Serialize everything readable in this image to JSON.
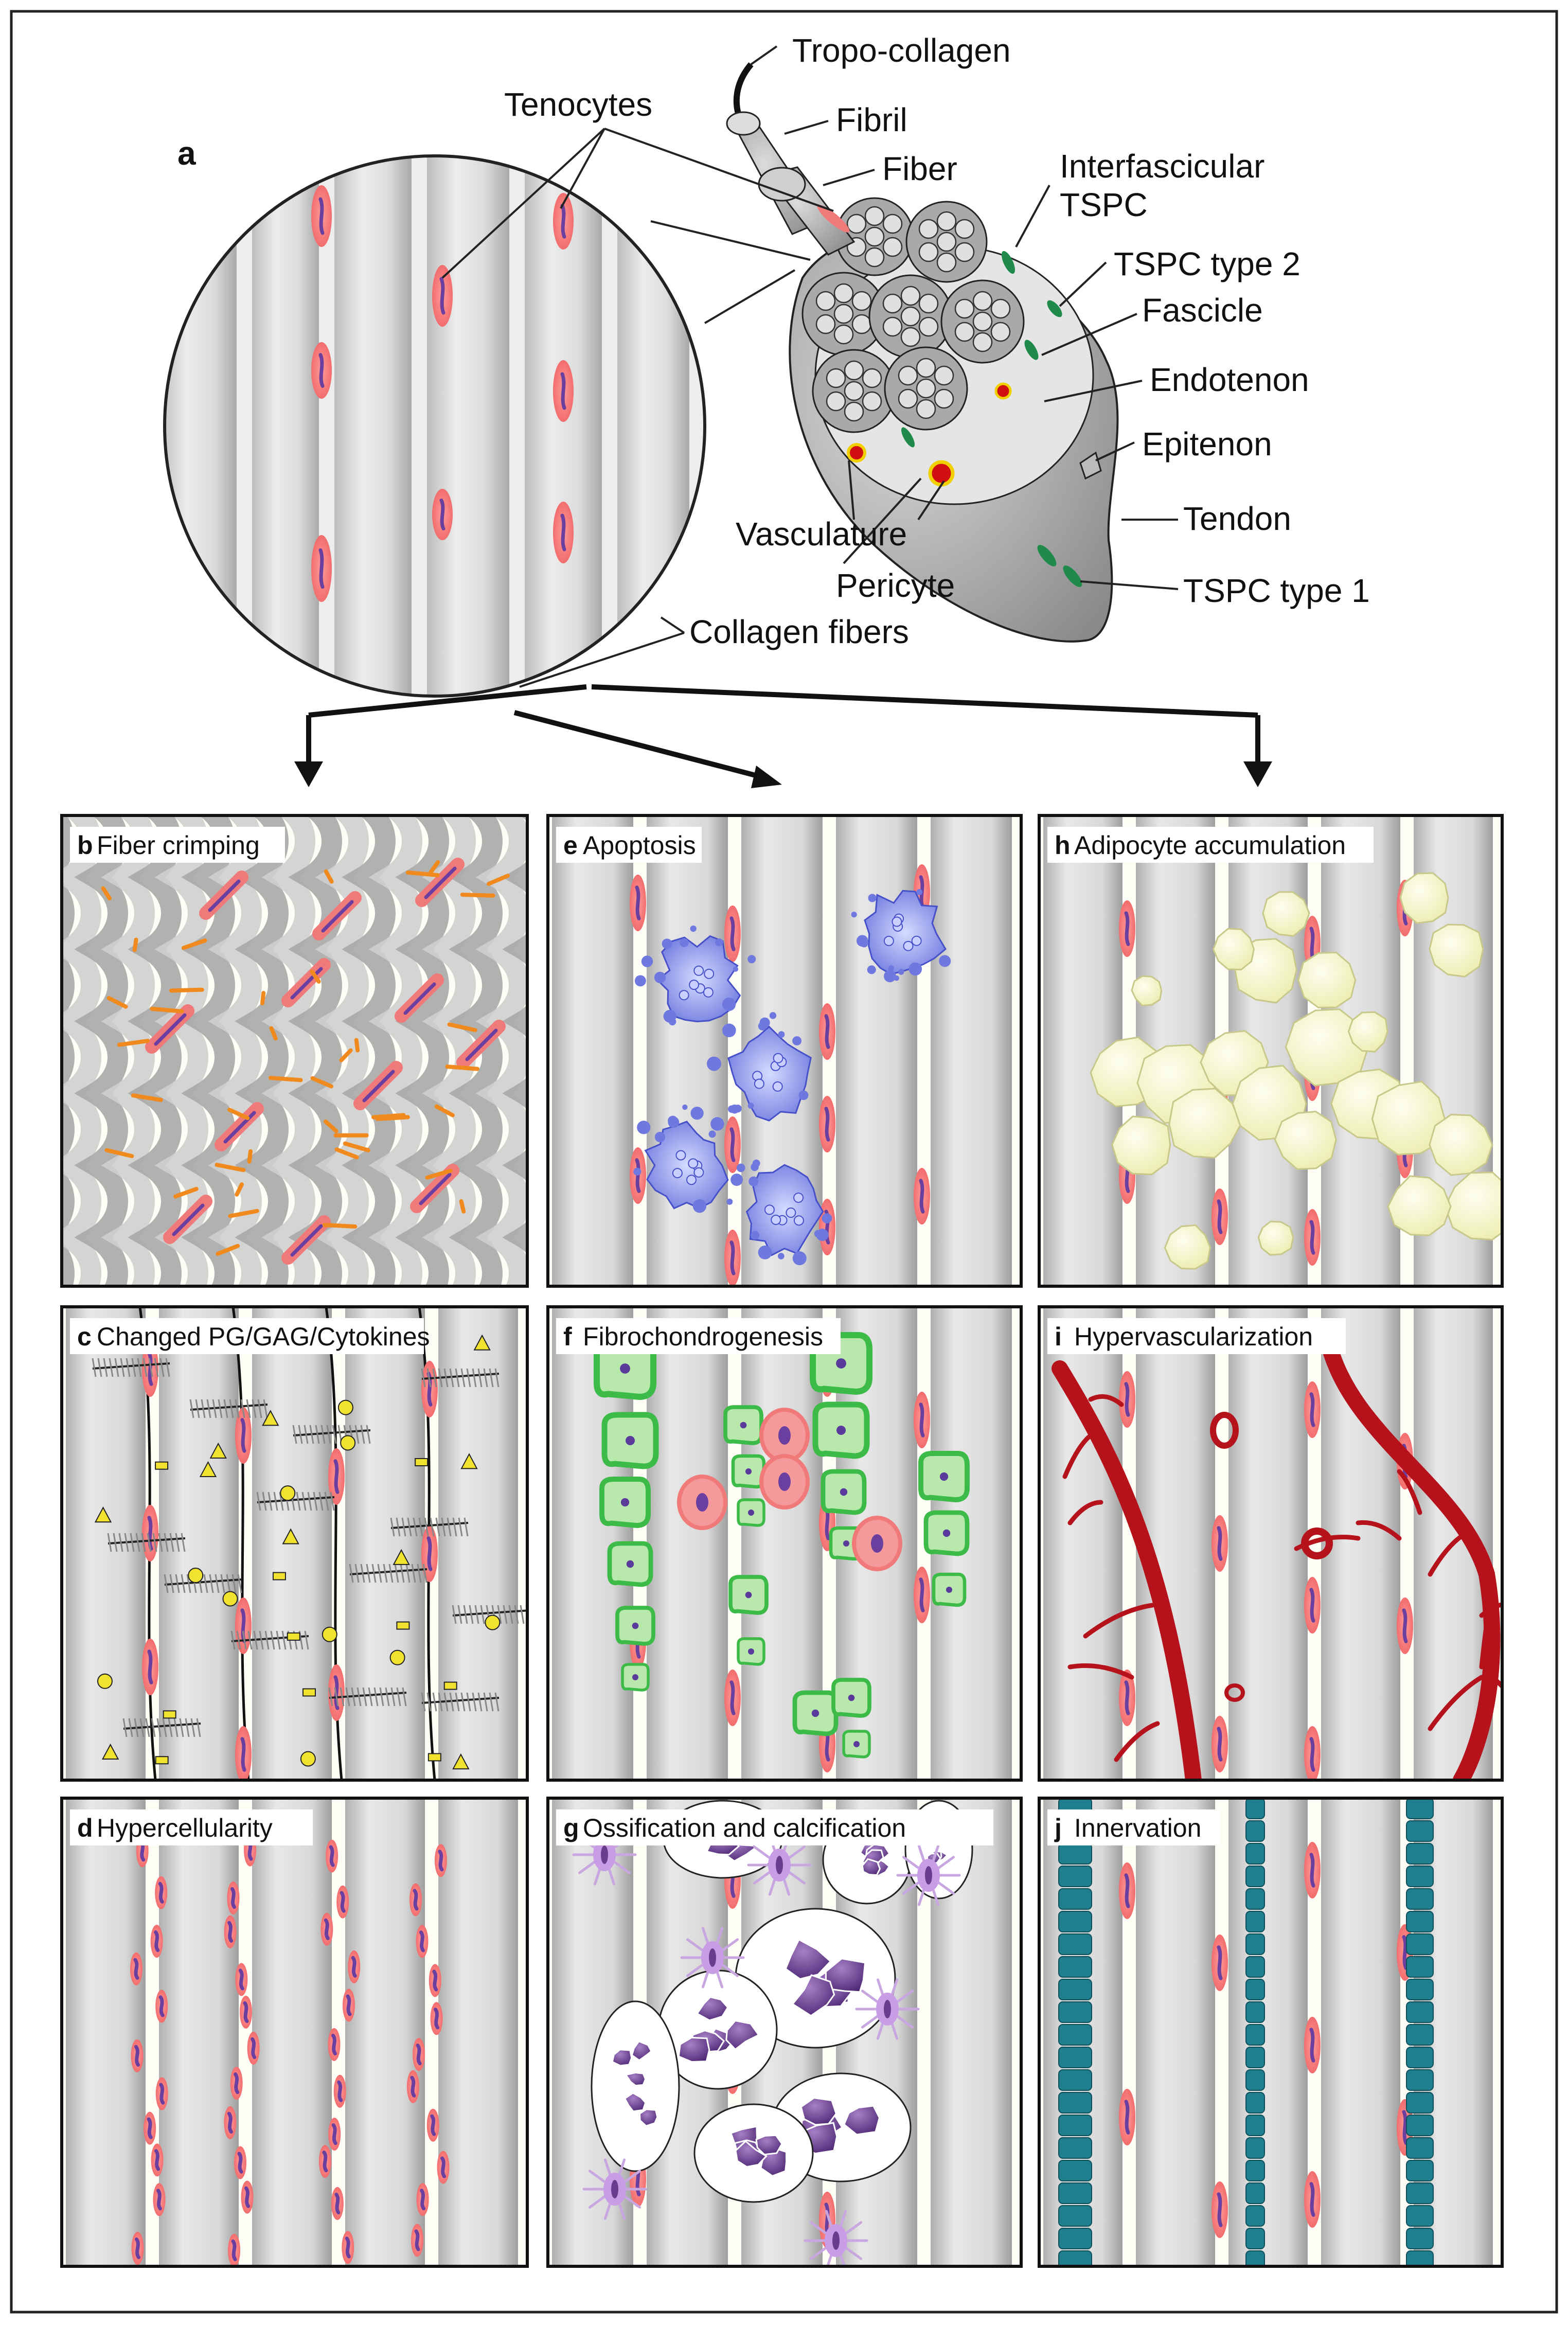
{
  "main": {
    "letter": "a",
    "labels": {
      "tropo": "Tropo-collagen",
      "fibril": "Fibril",
      "fiber": "Fiber",
      "tenocytes": "Tenocytes",
      "interfascicular1": "Interfascicular",
      "interfascicular2": "TSPC",
      "tspc2": "TSPC type 2",
      "fascicle": "Fascicle",
      "endotenon": "Endotenon",
      "epitenon": "Epitenon",
      "vasculature": "Vasculature",
      "tendon": "Tendon",
      "pericyte": "Pericyte",
      "tspc1": "TSPC type 1",
      "collagen": "Collagen fibers"
    }
  },
  "panels": [
    {
      "letter": "b",
      "title": "Fiber crimping"
    },
    {
      "letter": "e",
      "title": "Apoptosis"
    },
    {
      "letter": "h",
      "title": "Adipocyte accumulation"
    },
    {
      "letter": "c",
      "title": "Changed PG/GAG/Cytokines"
    },
    {
      "letter": "f",
      "title": "Fibrochondrogenesis"
    },
    {
      "letter": "i",
      "title": "Hypervascularization"
    },
    {
      "letter": "d",
      "title": "Hypercellularity"
    },
    {
      "letter": "g",
      "title": "Ossification and calcification"
    },
    {
      "letter": "j",
      "title": "Innervation"
    }
  ],
  "colors": {
    "cell": "#f07a7a",
    "nucleus": "#6a3fa0",
    "fiber_light": "#f2f2f2",
    "fiber_dark": "#b8b8b8",
    "crimp_lines": "#f08a1e",
    "apoptosis": "#7b86e6",
    "adipocyte": "#f3f3c2",
    "cytokine": "#f0e22e",
    "chondro": "#3dbb48",
    "vessel": "#b5121b",
    "bone": "#6a3c8e",
    "nerve": "#1f7f8f",
    "tspc": "#1f8a4a"
  }
}
